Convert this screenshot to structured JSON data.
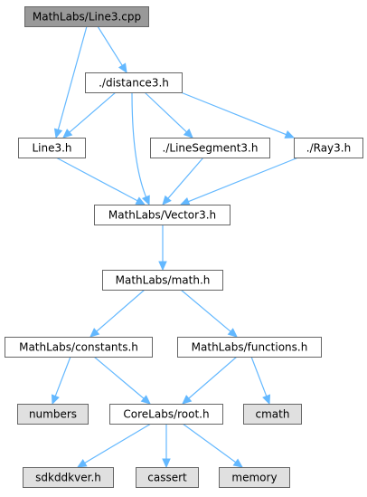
{
  "colors": {
    "root_fill": "#999999",
    "file_fill": "#ffffff",
    "system_fill": "#e0e0e0",
    "border": "#666666",
    "edge": "#63b8ff"
  },
  "nodes": [
    {
      "id": "line3cpp",
      "label": "MathLabs/Line3.cpp",
      "kind": "root"
    },
    {
      "id": "distance3",
      "label": "./distance3.h",
      "kind": "file"
    },
    {
      "id": "line3h",
      "label": "Line3.h",
      "kind": "file"
    },
    {
      "id": "linesegment3",
      "label": "./LineSegment3.h",
      "kind": "file"
    },
    {
      "id": "ray3",
      "label": "./Ray3.h",
      "kind": "file"
    },
    {
      "id": "vector3",
      "label": "MathLabs/Vector3.h",
      "kind": "file"
    },
    {
      "id": "math",
      "label": "MathLabs/math.h",
      "kind": "file"
    },
    {
      "id": "constants",
      "label": "MathLabs/constants.h",
      "kind": "file"
    },
    {
      "id": "functions",
      "label": "MathLabs/functions.h",
      "kind": "file"
    },
    {
      "id": "numbers",
      "label": "numbers",
      "kind": "system"
    },
    {
      "id": "root",
      "label": "CoreLabs/root.h",
      "kind": "file"
    },
    {
      "id": "cmath",
      "label": "cmath",
      "kind": "system"
    },
    {
      "id": "sdkddkver",
      "label": "sdkddkver.h",
      "kind": "system"
    },
    {
      "id": "cassert",
      "label": "cassert",
      "kind": "system"
    },
    {
      "id": "memory",
      "label": "memory",
      "kind": "system"
    }
  ],
  "edges": [
    {
      "from": "line3cpp",
      "to": "distance3"
    },
    {
      "from": "line3cpp",
      "to": "line3h"
    },
    {
      "from": "distance3",
      "to": "line3h"
    },
    {
      "from": "distance3",
      "to": "linesegment3"
    },
    {
      "from": "distance3",
      "to": "ray3"
    },
    {
      "from": "distance3",
      "to": "vector3"
    },
    {
      "from": "line3h",
      "to": "vector3"
    },
    {
      "from": "linesegment3",
      "to": "vector3"
    },
    {
      "from": "ray3",
      "to": "vector3"
    },
    {
      "from": "vector3",
      "to": "math"
    },
    {
      "from": "math",
      "to": "constants"
    },
    {
      "from": "math",
      "to": "functions"
    },
    {
      "from": "constants",
      "to": "numbers"
    },
    {
      "from": "constants",
      "to": "root"
    },
    {
      "from": "functions",
      "to": "root"
    },
    {
      "from": "functions",
      "to": "cmath"
    },
    {
      "from": "root",
      "to": "sdkddkver"
    },
    {
      "from": "root",
      "to": "cassert"
    },
    {
      "from": "root",
      "to": "memory"
    }
  ]
}
